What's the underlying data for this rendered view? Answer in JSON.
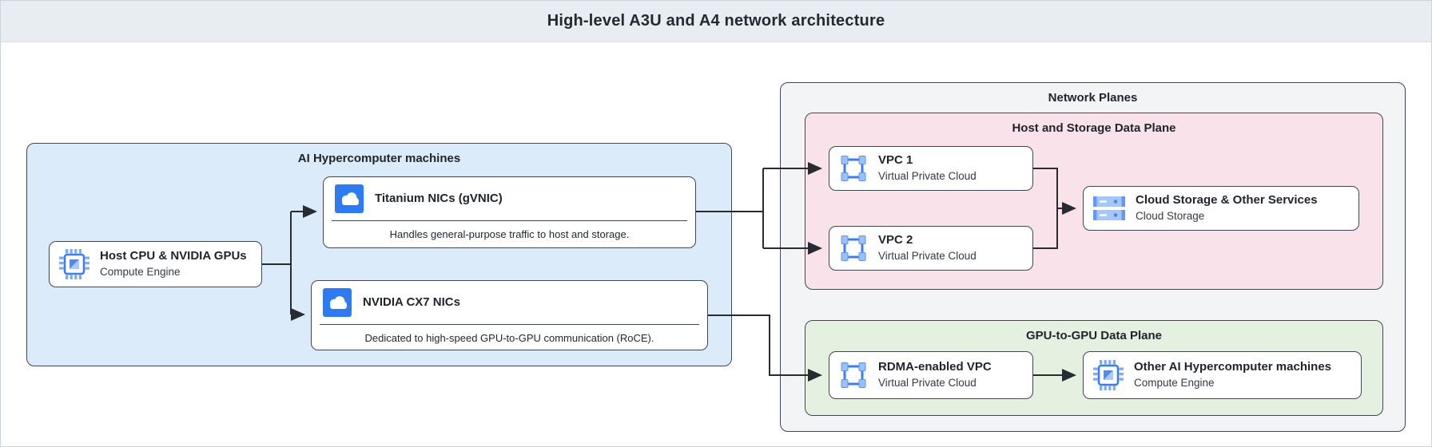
{
  "header": {
    "title": "High-level A3U and A4 network architecture"
  },
  "containers": {
    "ai_machines": {
      "label": "AI Hypercomputer machines"
    },
    "network_planes": {
      "label": "Network Planes"
    },
    "host_storage_plane": {
      "label": "Host and Storage Data Plane"
    },
    "gpu_plane": {
      "label": "GPU-to-GPU Data Plane"
    }
  },
  "nodes": {
    "host_cpu": {
      "title": "Host CPU & NVIDIA GPUs",
      "subtitle": "Compute Engine",
      "icon": "compute-engine-chip-icon"
    },
    "titanium_nic": {
      "title": "Titanium NICs (gVNIC)",
      "description": "Handles general-purpose traffic to host and storage.",
      "icon": "cloud-icon"
    },
    "cx7_nic": {
      "title": "NVIDIA CX7 NICs",
      "description": "Dedicated to high-speed GPU-to-GPU communication (RoCE).",
      "icon": "cloud-icon"
    },
    "vpc1": {
      "title": "VPC 1",
      "subtitle": "Virtual Private Cloud",
      "icon": "vpc-icon"
    },
    "vpc2": {
      "title": "VPC 2",
      "subtitle": "Virtual Private Cloud",
      "icon": "vpc-icon"
    },
    "cloud_storage": {
      "title": "Cloud Storage & Other Services",
      "subtitle": "Cloud Storage",
      "icon": "cloud-storage-icon"
    },
    "rdma_vpc": {
      "title": "RDMA-enabled VPC",
      "subtitle": "Virtual Private Cloud",
      "icon": "vpc-icon"
    },
    "other_ai": {
      "title": "Other AI Hypercomputer machines",
      "subtitle": "Compute Engine",
      "icon": "compute-engine-chip-icon"
    }
  },
  "connections": [
    {
      "from": "host_cpu",
      "to": "titanium_nic"
    },
    {
      "from": "host_cpu",
      "to": "cx7_nic"
    },
    {
      "from": "titanium_nic",
      "to": "vpc1"
    },
    {
      "from": "titanium_nic",
      "to": "vpc2"
    },
    {
      "from": "vpc1",
      "to": "cloud_storage"
    },
    {
      "from": "vpc2",
      "to": "cloud_storage"
    },
    {
      "from": "cx7_nic",
      "to": "rdma_vpc"
    },
    {
      "from": "rdma_vpc",
      "to": "other_ai"
    }
  ],
  "colors": {
    "header_bg": "#e7edf1",
    "machines_container": "#dcebfa",
    "network_planes_container": "#f3f4f5",
    "host_storage_plane": "#f9e2e9",
    "gpu_plane": "#e5f1e0",
    "icon_blue": "#2e7af0",
    "icon_light_blue": "#a6c5f9",
    "border": "#40474f",
    "connector": "#272c31"
  }
}
